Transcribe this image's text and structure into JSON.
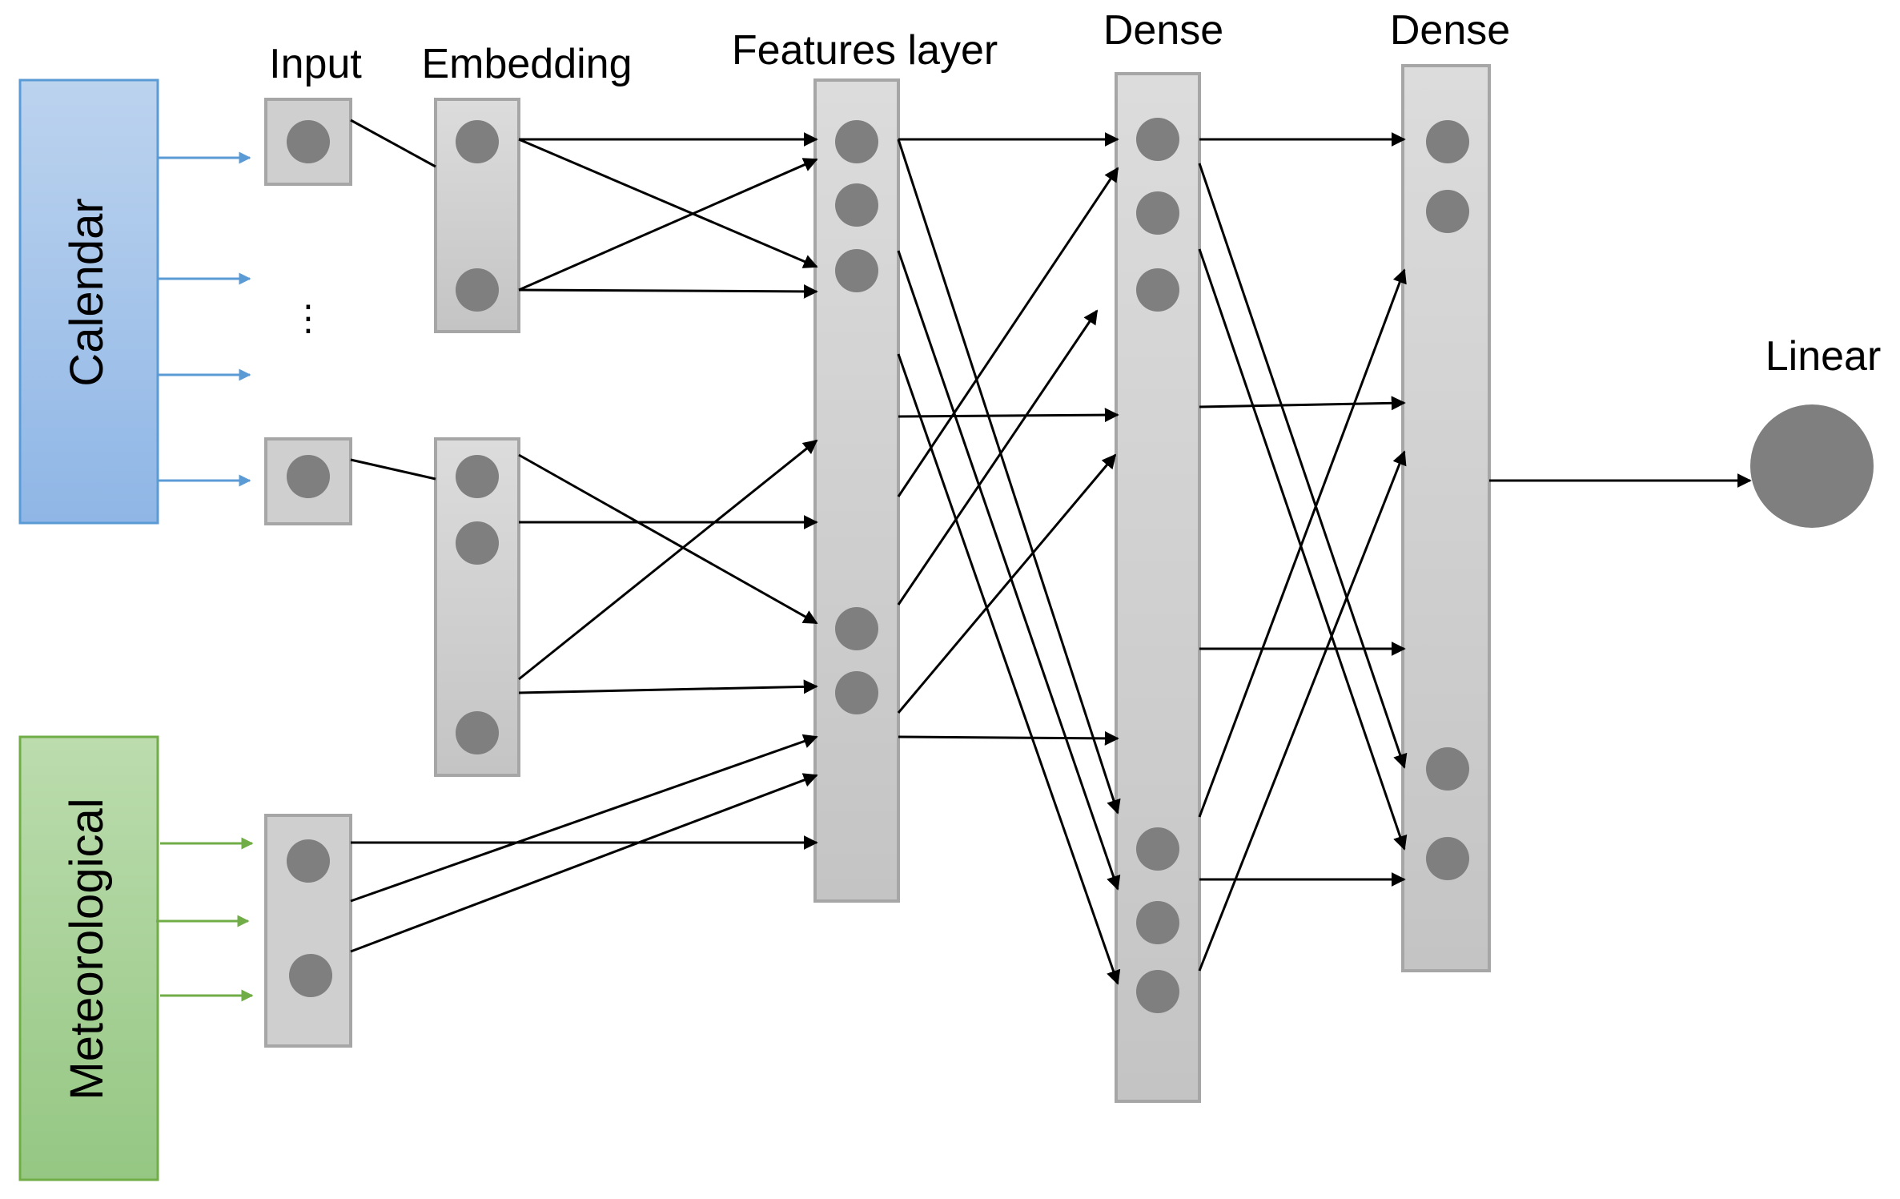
{
  "labels": {
    "input": "Input",
    "embedding": "Embedding",
    "features_layer": "Features layer",
    "dense_1": "Dense",
    "dense_2": "Dense",
    "linear": "Linear",
    "ellipsis": "⋮"
  },
  "sources": {
    "calendar": "Calendar",
    "meteorological": "Meteorological"
  },
  "colors": {
    "calendar_fill_top": "#bcd3ee",
    "calendar_fill_bottom": "#8fb6e6",
    "calendar_stroke": "#5b9bd5",
    "calendar_arrow": "#5b9bd5",
    "meteo_fill_top": "#bcdcae",
    "meteo_fill_bottom": "#95c783",
    "meteo_stroke": "#70ad47",
    "meteo_arrow": "#70ad47",
    "layer_fill": "#cfcfcf",
    "layer_stroke": "#a6a6a6",
    "node_fill": "#7f7f7f",
    "edge": "#000000"
  }
}
